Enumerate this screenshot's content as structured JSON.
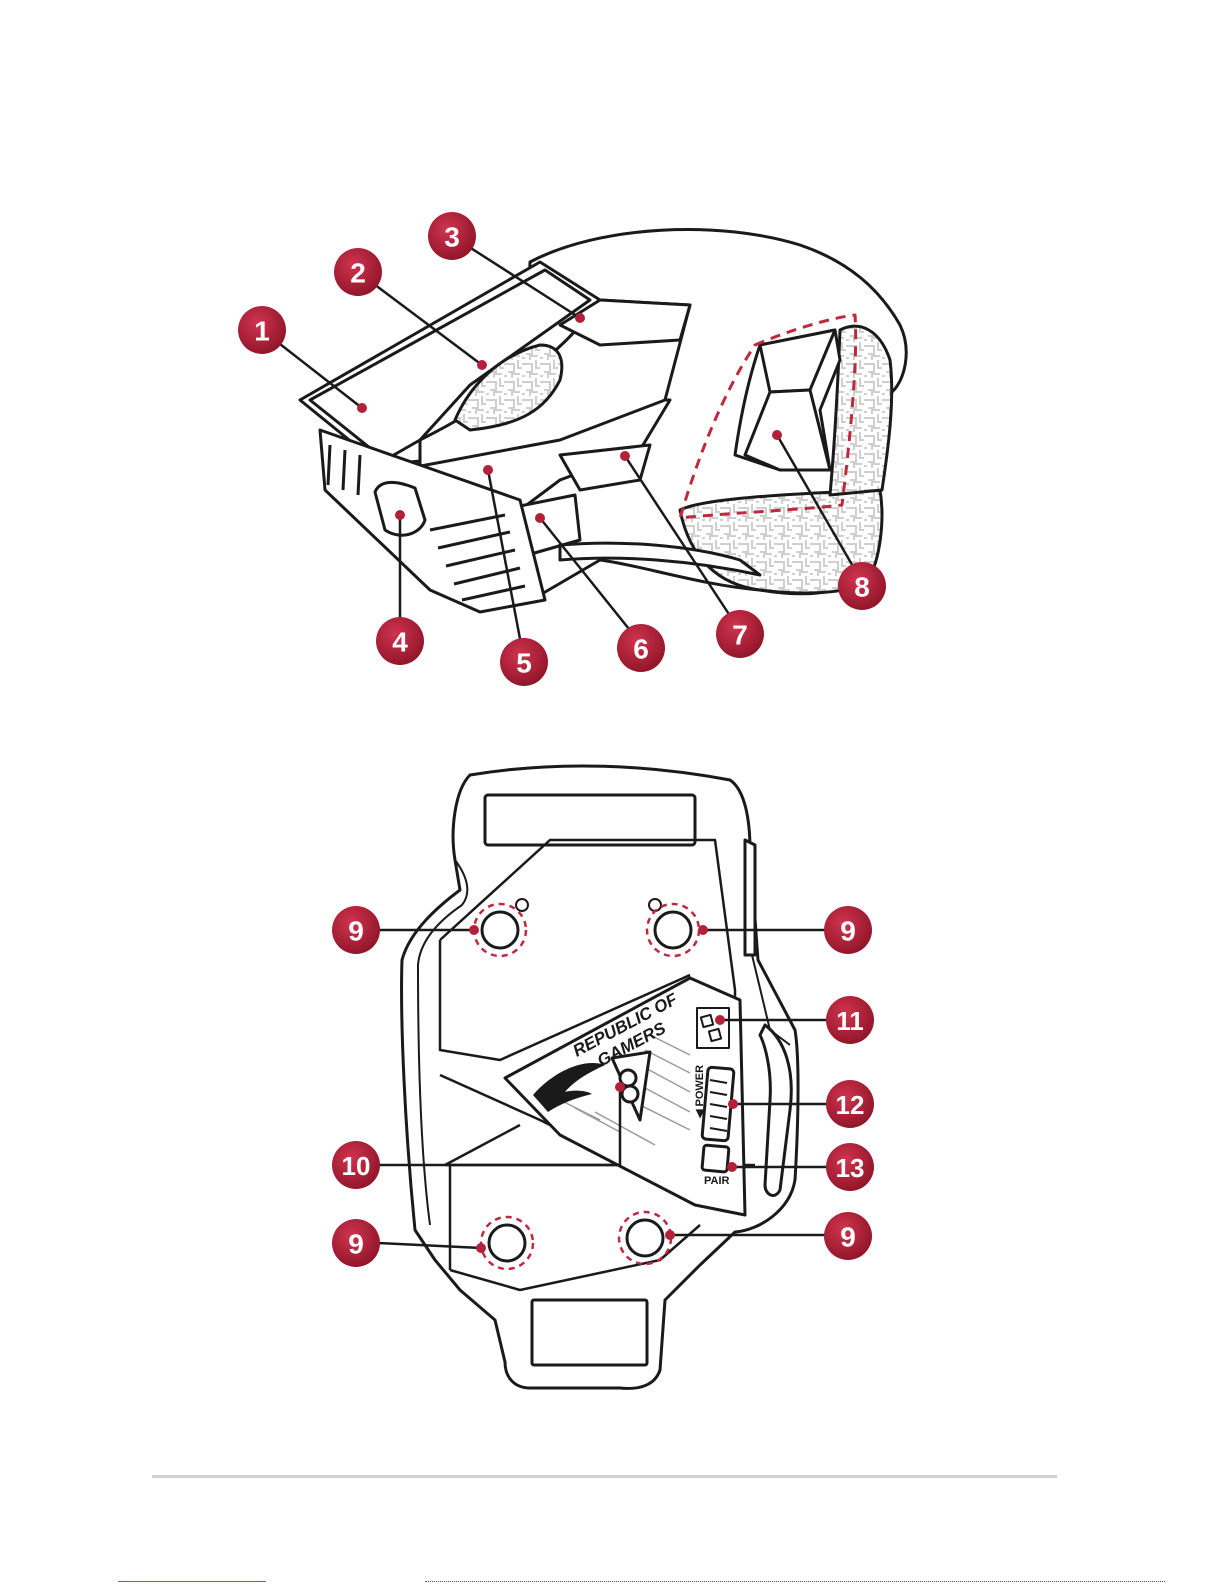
{
  "colors": {
    "callout": "#b2203a",
    "callout_dark": "#7f1226",
    "outline": "#1a1a1a",
    "body_fill": "#ffffff",
    "pattern": "#d9d9d9",
    "dashed_highlight": "#c0283e",
    "footer_rule": "#d0d0d0"
  },
  "top_view": {
    "callouts": [
      "1",
      "2",
      "3",
      "4",
      "5",
      "6",
      "7",
      "8"
    ]
  },
  "bottom_view": {
    "callouts": [
      "9",
      "9",
      "9",
      "9",
      "10",
      "11",
      "12",
      "13"
    ],
    "logo_text_line1": "REPUBLIC OF",
    "logo_text_line2": "GAMERS",
    "power_label": "◀ POWER",
    "pair_label": "PAIR"
  },
  "icons": {
    "rog_eye": "rog-eye-logo-icon"
  }
}
